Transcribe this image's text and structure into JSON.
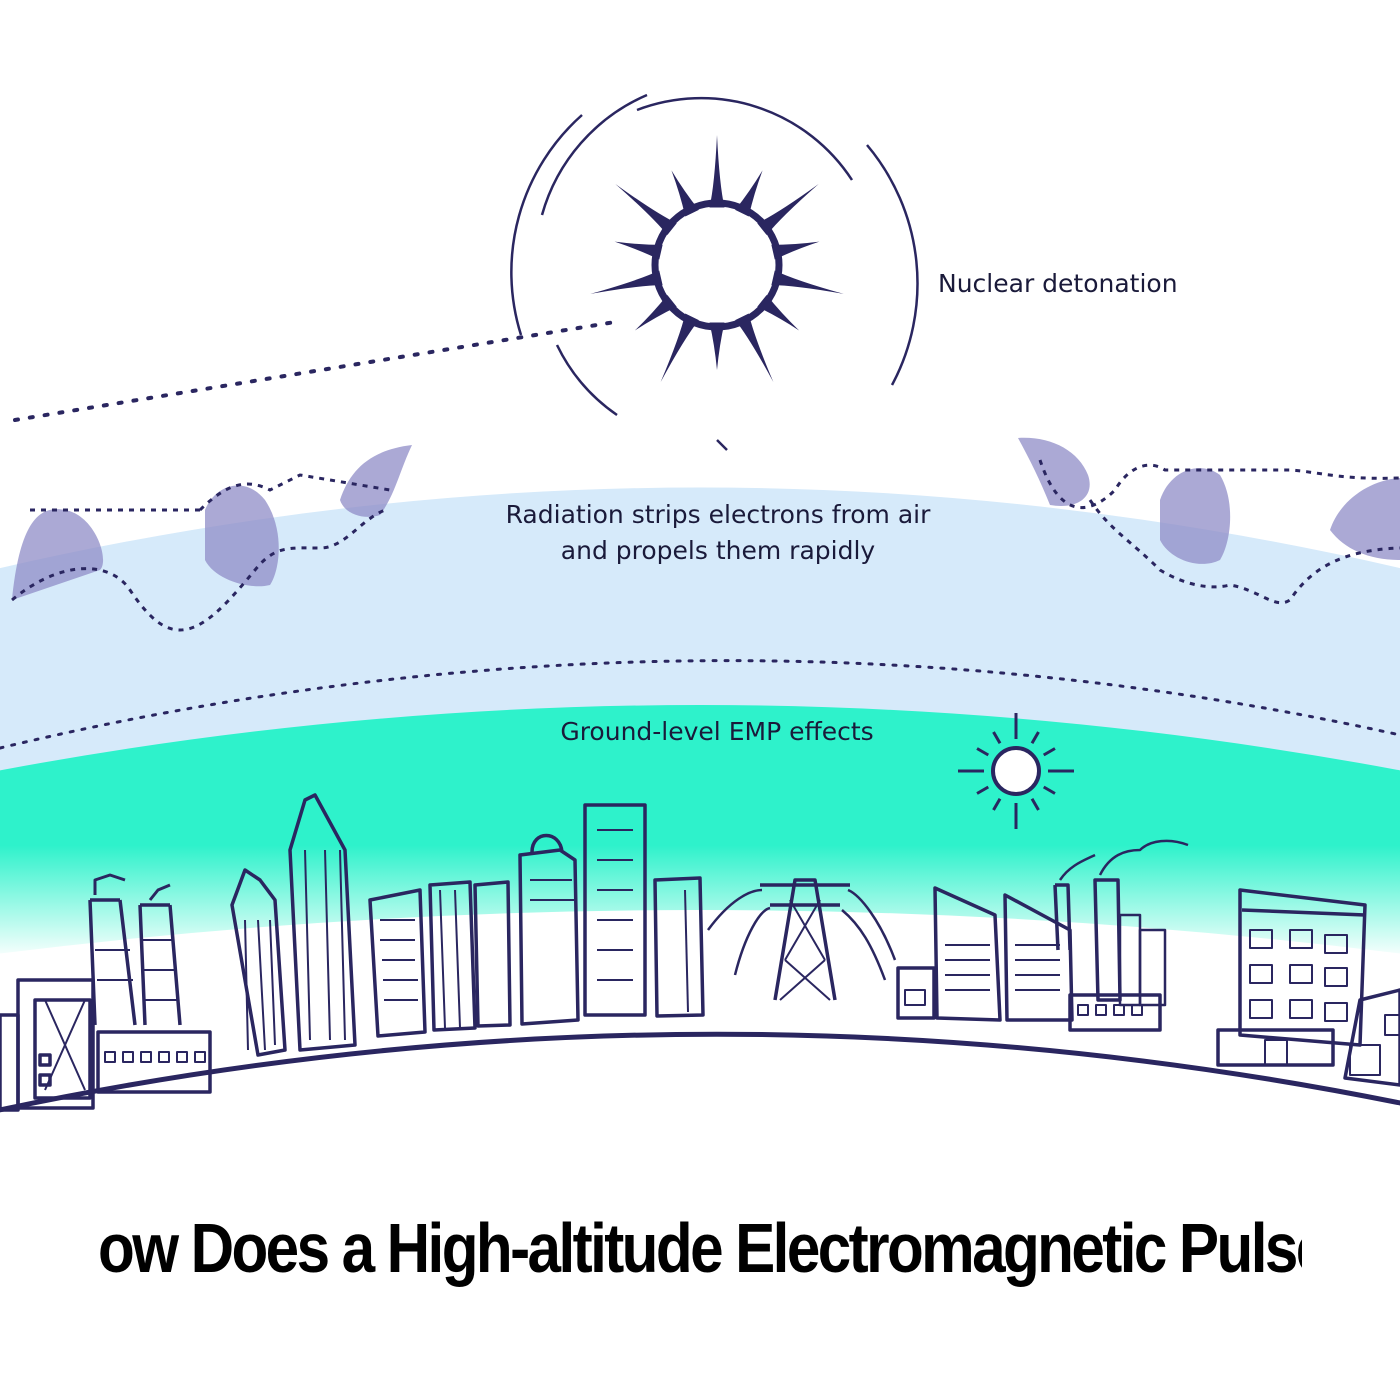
{
  "labels": {
    "detonation": "Nuclear detonation",
    "radiation_line1": "Radiation strips electrons from air",
    "radiation_line2": "and propels them rapidly",
    "ground": "Ground-level EMP effects"
  },
  "title": "ow Does a High-altitude Electromagnetic Pulse W",
  "icons": [
    "nuclear-burst-icon",
    "sun-icon",
    "power-pylon-icon"
  ],
  "colors": {
    "ink": "#2a2660",
    "radiation_band": "#d6eafa",
    "ground_band": "#2ef2cb",
    "wave_fill": "#8f8cc7"
  }
}
